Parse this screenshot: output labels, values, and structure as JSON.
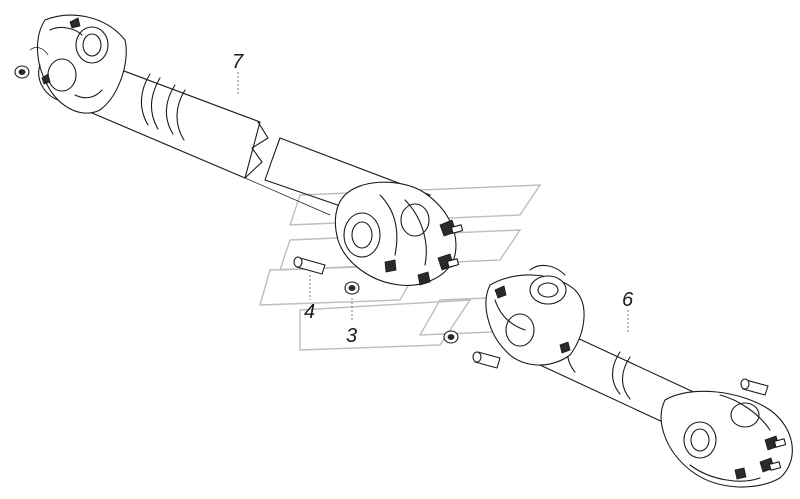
{
  "callouts": [
    {
      "id": "7",
      "label": "7"
    },
    {
      "id": "6",
      "label": "6"
    },
    {
      "id": "4",
      "label": "4"
    },
    {
      "id": "3",
      "label": "3"
    }
  ],
  "colors": {
    "ink": "#1a1a1a",
    "watermark": "#bdbdbd",
    "background": "#ffffff"
  },
  "parts": [
    "upper-propeller-shaft",
    "lower-propeller-shaft",
    "intermediate-flange-yoke",
    "bolt",
    "nut"
  ]
}
